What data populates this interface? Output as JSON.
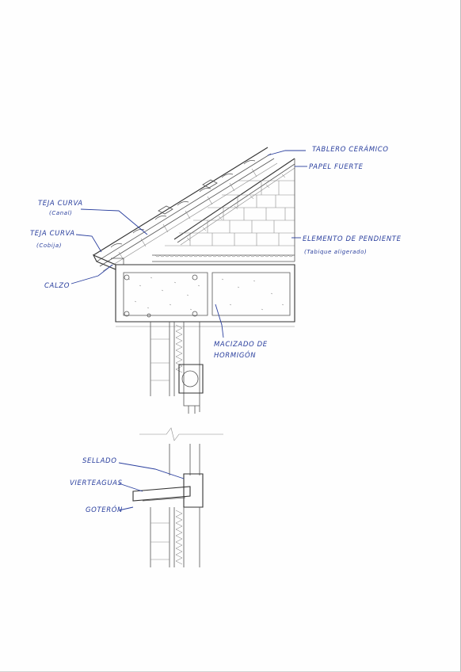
{
  "labels": {
    "tablero": "TABLERO CERÁMICO",
    "papel": "PAPEL FUERTE",
    "teja_canal": "TEJA CURVA",
    "teja_canal_sub": "(Canal)",
    "teja_cobija": "TEJA CURVA",
    "teja_cobija_sub": "(Cobija)",
    "elemento": "ELEMENTO DE PENDIENTE",
    "elemento_sub": "(Tabique aligerado)",
    "calzo": "CALZO",
    "macizado_1": "MACIZADO DE",
    "macizado_2": "HORMIGÓN",
    "sellado": "SELLADO",
    "vierteaguas": "VIERTEAGUAS",
    "goteron": "GOTERÓN"
  },
  "colors": {
    "ink": "#2a3f9e",
    "pencil": "#555555"
  }
}
